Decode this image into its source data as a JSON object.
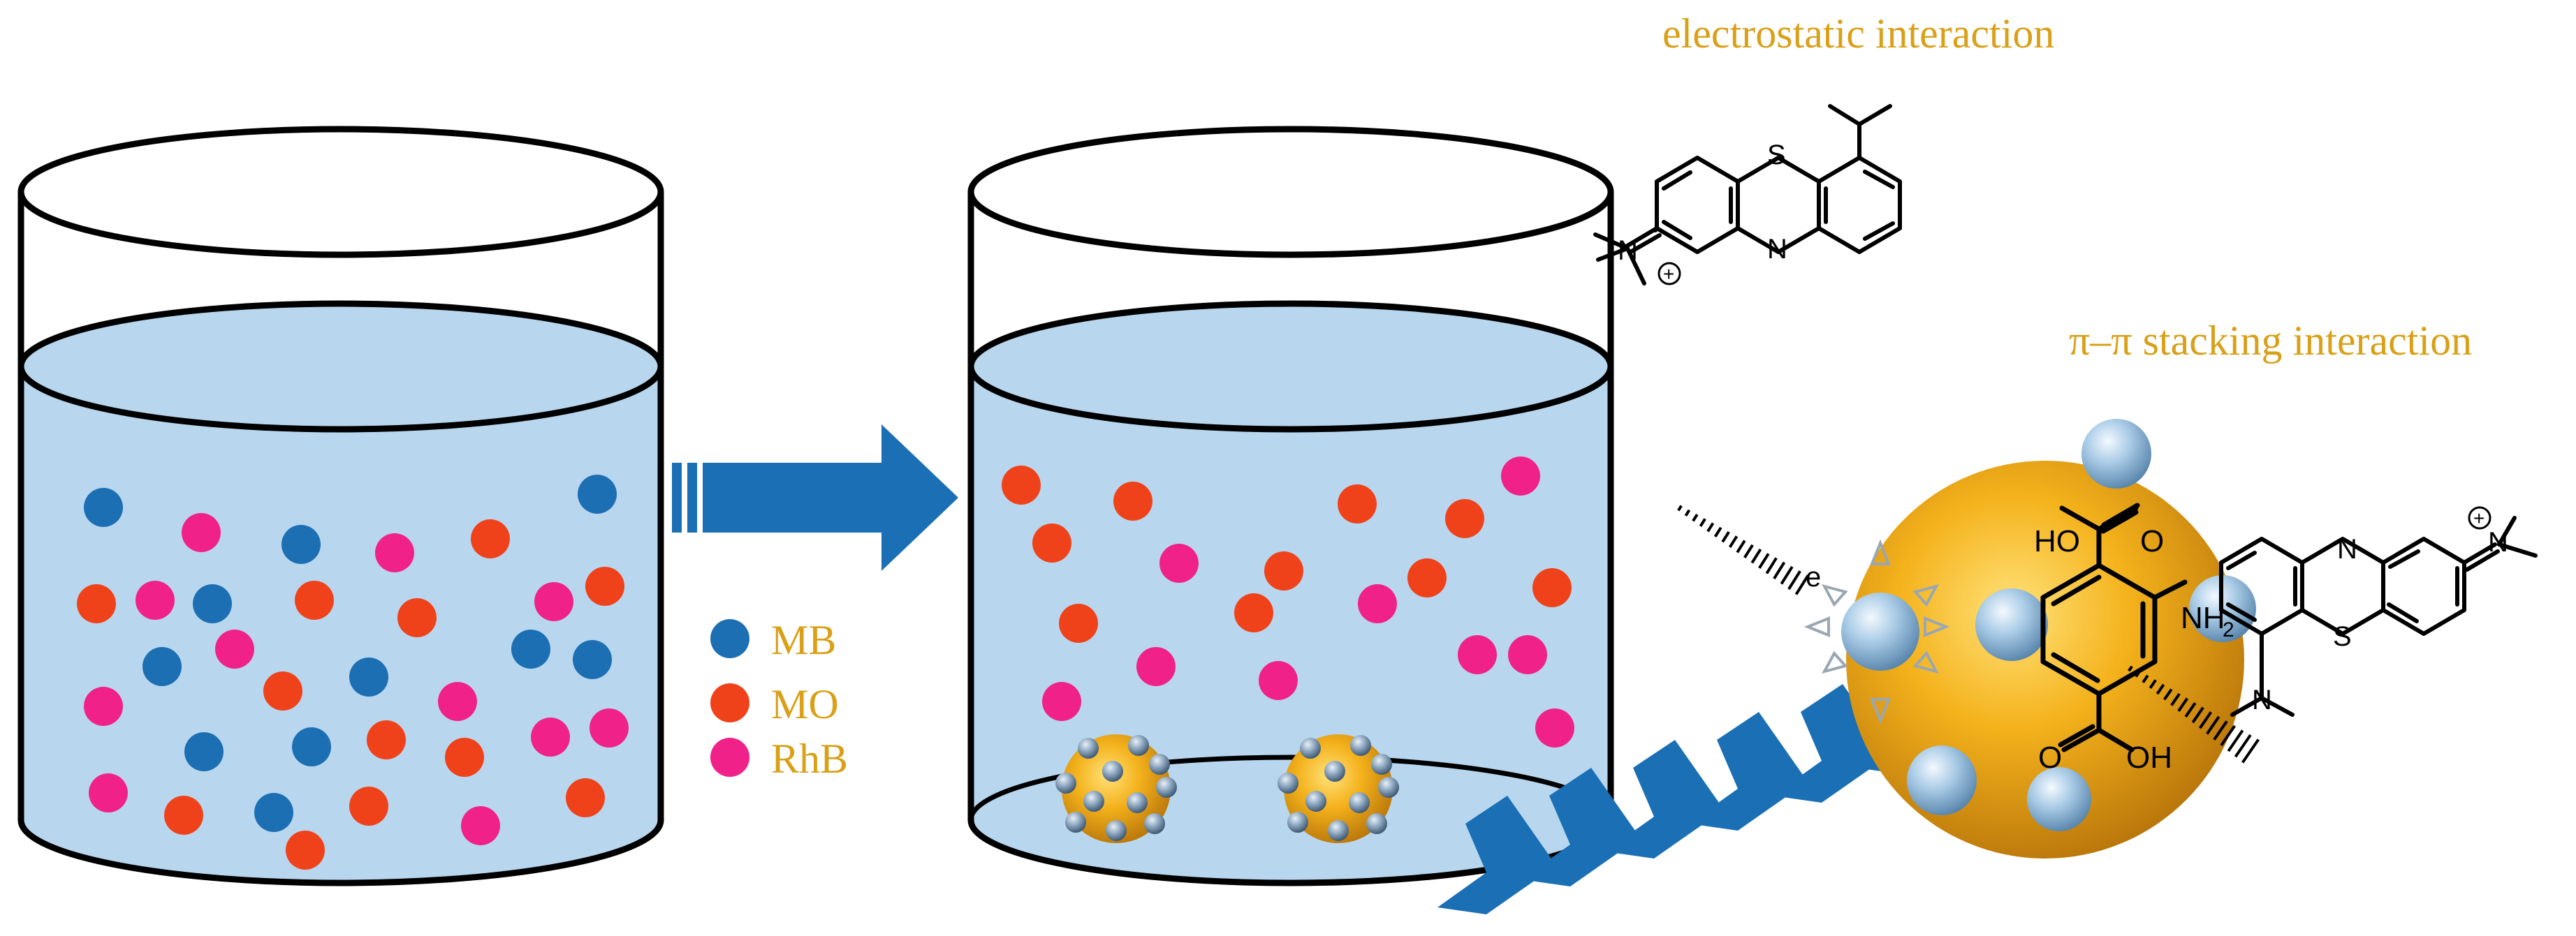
{
  "labels": {
    "electrostatic": "electrostatic interaction",
    "pi_stacking": "π–π stacking interaction"
  },
  "legend": {
    "items": [
      {
        "name": "MB",
        "color": "#1c6fb3"
      },
      {
        "name": "MO",
        "color": "#f0421a"
      },
      {
        "name": "RhB",
        "color": "#f0228a"
      }
    ]
  },
  "chemistry": {
    "sulfur": "S",
    "nitrogen": "N",
    "hydroxy_acid_top": "HO",
    "oxygen": "O",
    "amine": "NH",
    "amine_subscript": "2",
    "acid_bottom_oxygen": "O",
    "acid_bottom_hydroxy": "OH",
    "charge": "+",
    "electron": "e"
  },
  "colors": {
    "water": "#b8d7ee",
    "arrow": "#1a6fb5",
    "sphere": "#f0a81a",
    "bump": "#9fc4e2",
    "label": "#d9a018"
  }
}
